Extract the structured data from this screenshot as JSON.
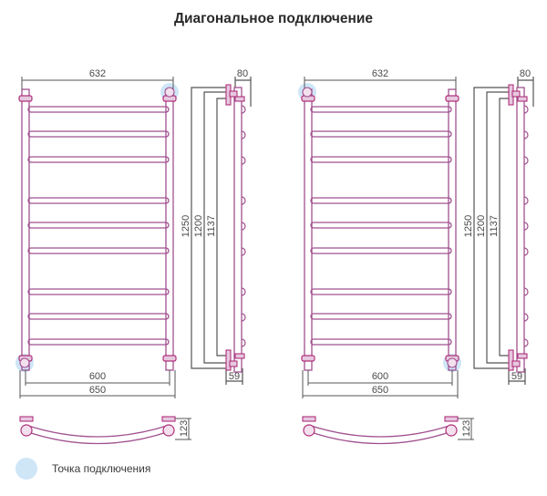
{
  "title": "Диагональное подключение",
  "colors": {
    "pipe": "#a0508f",
    "pipe_dark": "#b0307a",
    "dimension": "#555555",
    "connection_point": "#cfe6f7"
  },
  "diagrams": [
    {
      "id": "left",
      "connection": "top-right and bottom-left",
      "dimensions": {
        "width_outer_top": "632",
        "depth_top": "80",
        "height_total": "1250",
        "height_mid": "1200",
        "height_inner": "1137",
        "center_distance": "600",
        "width_overall": "650",
        "depth_bottom": "59",
        "bow_depth": "123"
      }
    },
    {
      "id": "right",
      "connection": "top-left and bottom-right",
      "dimensions": {
        "width_outer_top": "632",
        "depth_top": "80",
        "height_total": "1250",
        "height_mid": "1200",
        "height_inner": "1137",
        "center_distance": "600",
        "width_overall": "650",
        "depth_bottom": "59",
        "bow_depth": "123"
      }
    }
  ],
  "legend": {
    "icon": "connection-point-circle",
    "label": "Точка подключения"
  }
}
